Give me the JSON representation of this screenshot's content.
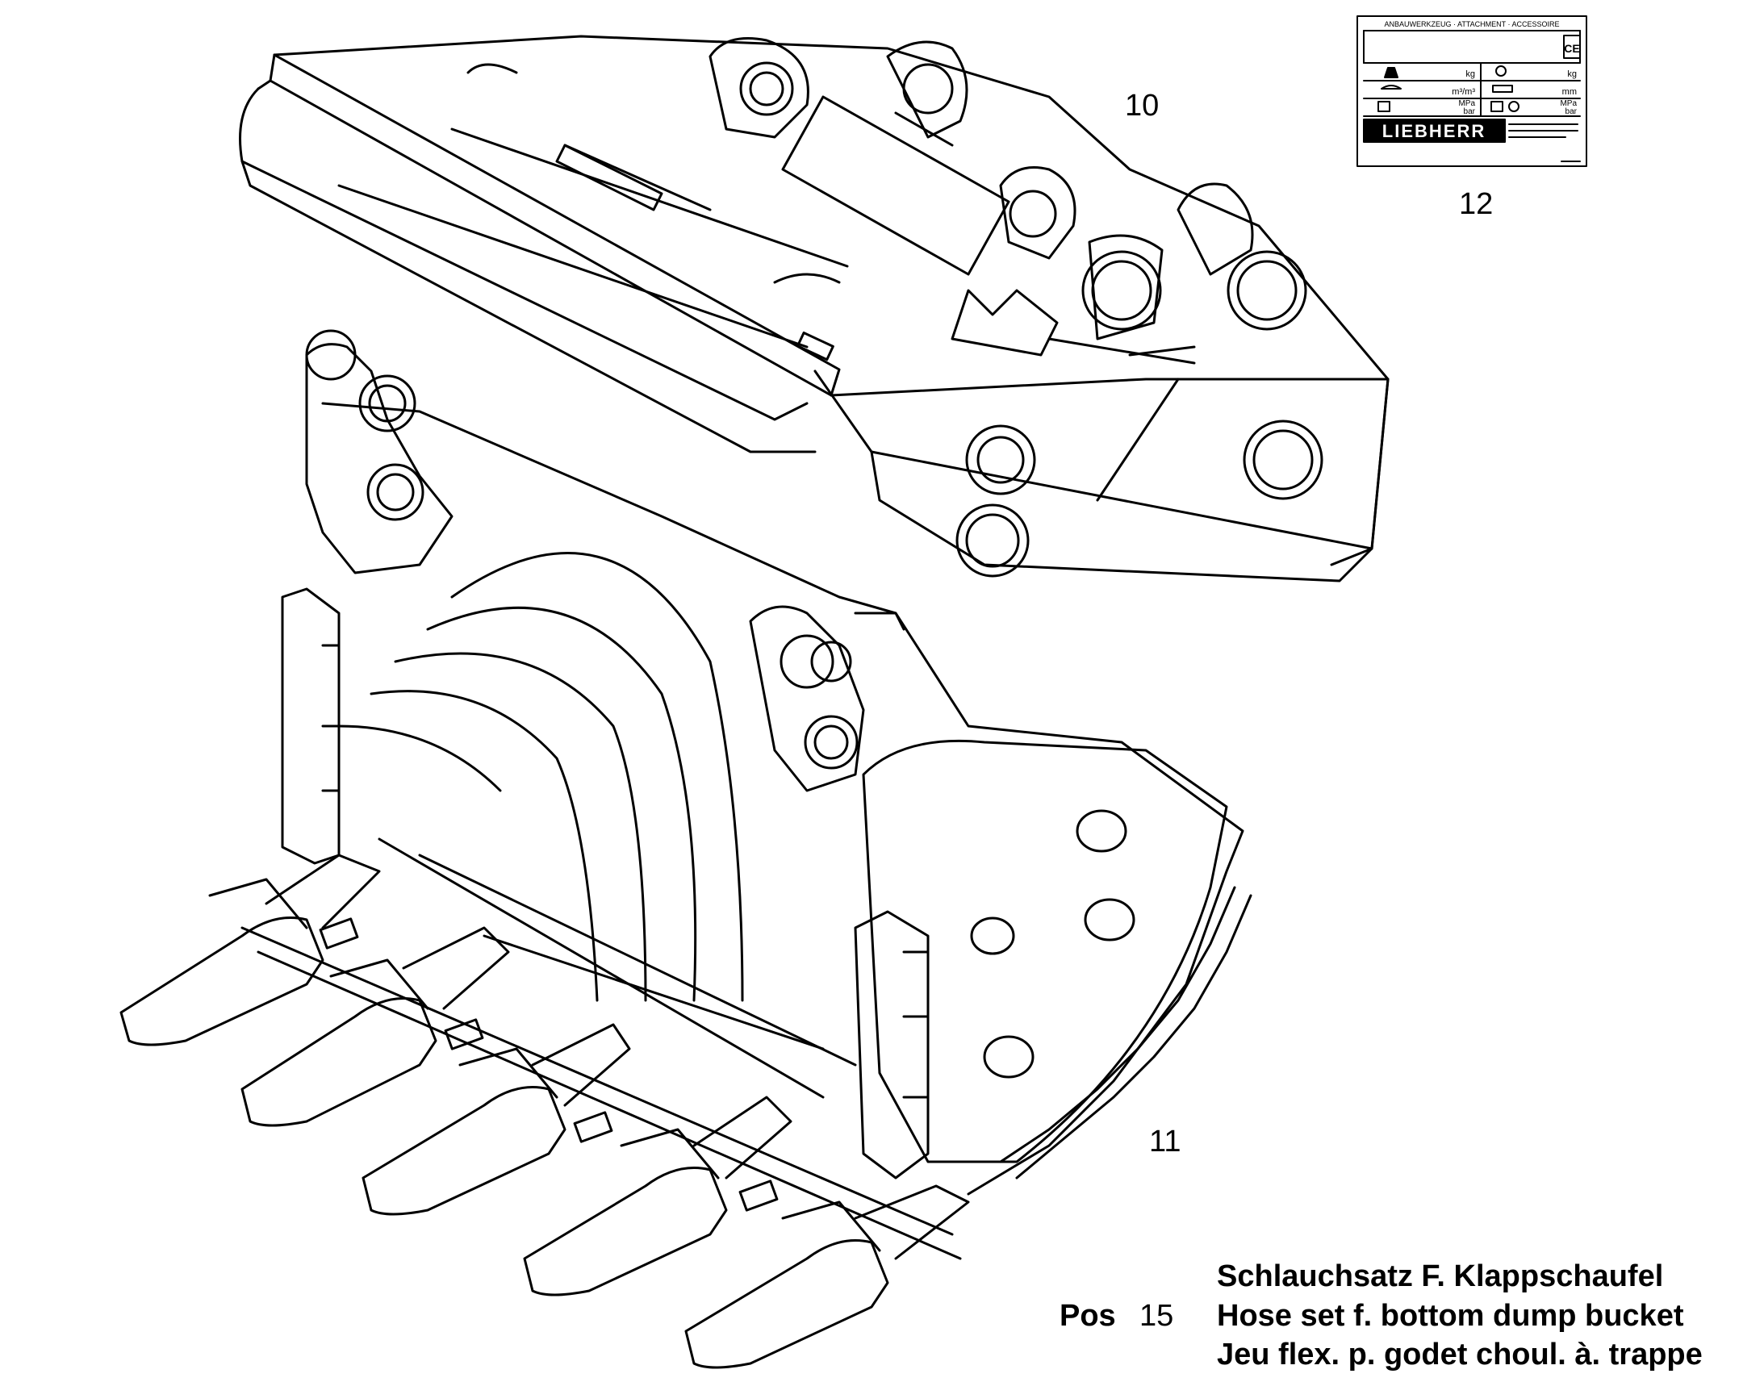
{
  "callouts": {
    "frame": "10",
    "bucket": "11",
    "plate": "12"
  },
  "plate": {
    "header": "ANBAUWERKZEUG · ATTACHMENT · ACCESSOIRE",
    "ce_mark": "CE",
    "unit_kg_1": "kg",
    "unit_kg_2": "kg",
    "unit_volume": "m³/m³",
    "unit_mm": "mm",
    "unit_mpa_1": "MPa",
    "unit_bar_1": "bar",
    "unit_mpa_2": "MPa",
    "unit_bar_2": "bar",
    "brand": "LIEBHERR"
  },
  "caption": {
    "pos_label": "Pos",
    "pos_number": "15",
    "line_de": "Schlauchsatz F. Klappschaufel",
    "line_en": "Hose set f. bottom dump bucket",
    "line_fr": "Jeu flex. p. godet choul. à. trappe"
  }
}
